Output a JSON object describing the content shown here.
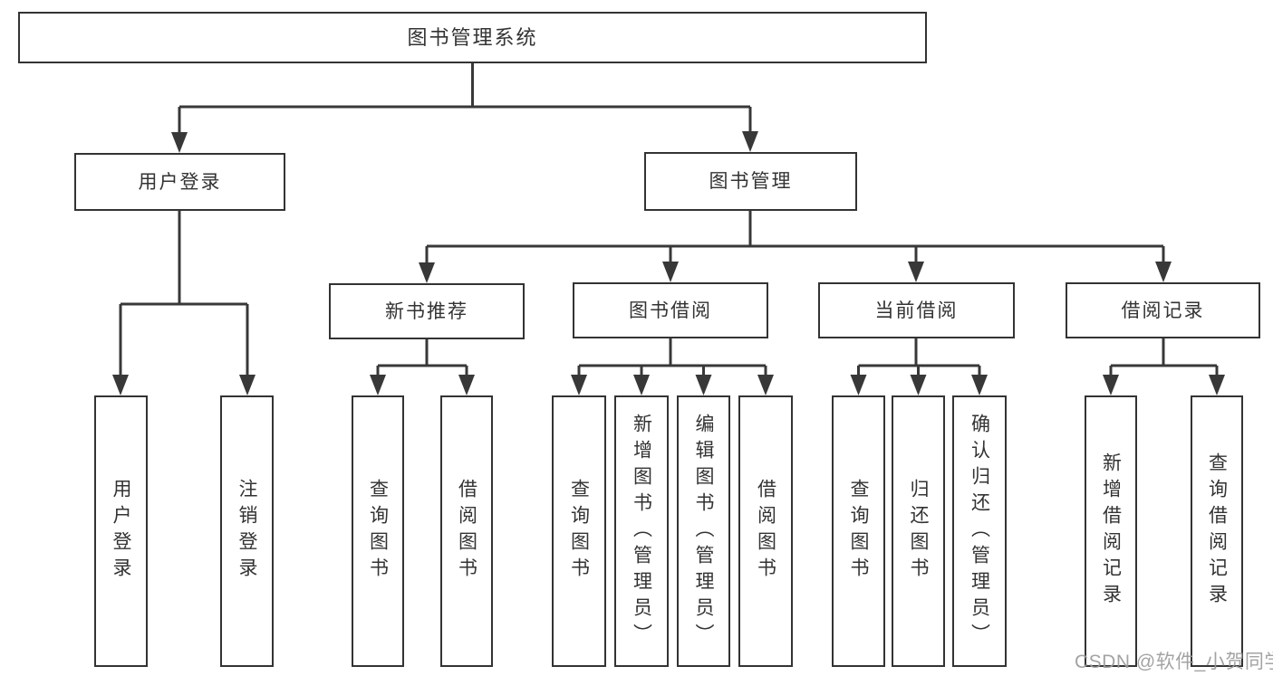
{
  "title": "图书管理系统",
  "watermark": "CSDN @软件_小贺同学",
  "colors": {
    "line": "#383838",
    "border": "#333333",
    "text": "#333333",
    "watermark_text": "#9c9c9c",
    "background": "#ffffff"
  },
  "nodes": {
    "root": "图书管理系统",
    "userLogin": "用户登录",
    "bookManagement": "图书管理",
    "newBookRec": "新书推荐",
    "bookBorrow": "图书借阅",
    "currentBorrow": "当前借阅",
    "borrowRecords": "借阅记录",
    "leaves": {
      "userLogin": "用户登录",
      "logout": "注销登录",
      "recQuery": "查询图书",
      "recBorrow": "借阅图书",
      "borrowQuery": "查询图书",
      "borrowAdd": "新增图书（管理员）",
      "borrowEdit": "编辑图书（管理员）",
      "borrowDo": "借阅图书",
      "currentQuery": "查询图书",
      "currentReturn": "归还图书",
      "currentConfirm": "确认归还（管理员）",
      "recordAdd": "新增借阅记录",
      "recordQuery": "查询借阅记录"
    }
  },
  "hierarchy": {
    "图书管理系统": {
      "用户登录": [
        "用户登录",
        "注销登录"
      ],
      "图书管理": {
        "新书推荐": [
          "查询图书",
          "借阅图书"
        ],
        "图书借阅": [
          "查询图书",
          "新增图书（管理员）",
          "编辑图书（管理员）",
          "借阅图书"
        ],
        "当前借阅": [
          "查询图书",
          "归还图书",
          "确认归还（管理员）"
        ],
        "借阅记录": [
          "新增借阅记录",
          "查询借阅记录"
        ]
      }
    }
  }
}
